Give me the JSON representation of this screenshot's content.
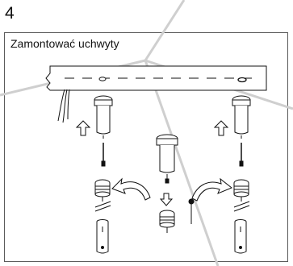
{
  "step": {
    "number": "4",
    "title": "Zamontować uchwyty"
  },
  "colors": {
    "line": "#111111",
    "panel_border": "#5a5a5a",
    "watermark": "#c8c8c8"
  },
  "figures": {
    "ceiling": "ceiling-slab",
    "mount": "mounting-bolt",
    "hardware": "dowel-screw-anchor"
  }
}
